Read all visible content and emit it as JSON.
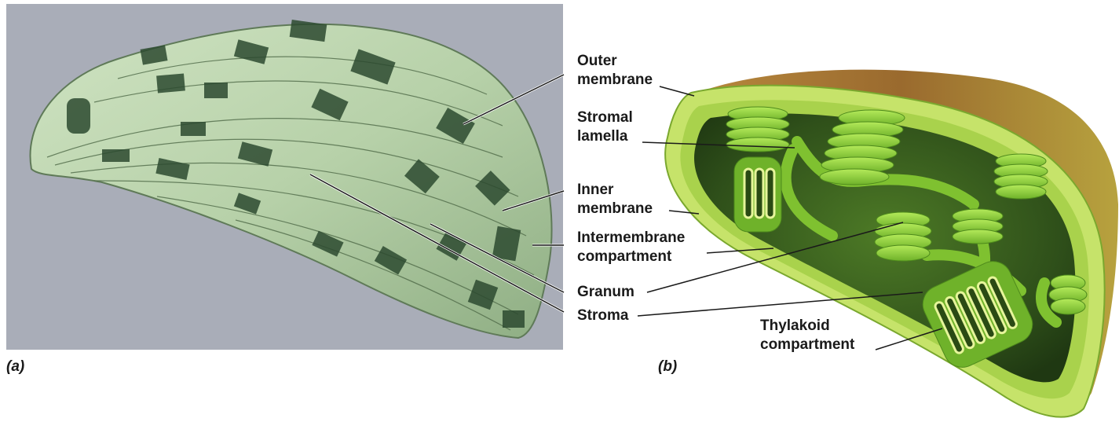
{
  "panels": {
    "a": "(a)",
    "b": "(b)"
  },
  "labels": {
    "outer_membrane": {
      "line1": "Outer",
      "line2": "membrane"
    },
    "stromal_lamella": {
      "line1": "Stromal",
      "line2": "lamella"
    },
    "inner_membrane": {
      "line1": "Inner",
      "line2": "membrane"
    },
    "intermembrane_compartment": {
      "line1": "Intermembrane",
      "line2": "compartment"
    },
    "granum": "Granum",
    "stroma": "Stroma",
    "thylakoid_compartment": {
      "line1": "Thylakoid",
      "line2": "compartment"
    }
  },
  "colors": {
    "micrograph_background": "#a9adb8",
    "micrograph_organelle": "#bcd4b0",
    "granum_dark": "#2c4a30",
    "chloroplast_outer": "#c6e36a",
    "chloroplast_interior": "#36561e",
    "thylakoid_green": "#8ccf3a",
    "envelope_brown": "#9a7a3a"
  }
}
